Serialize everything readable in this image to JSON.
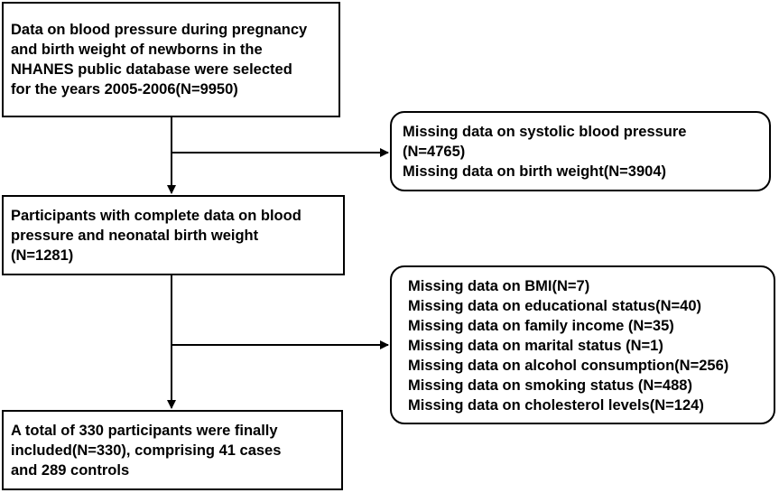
{
  "boxes": {
    "initial": {
      "lines": [
        "Data on blood pressure during pregnancy",
        "and birth weight of newborns in the",
        "NHANES public database were selected",
        "for the years 2005-2006(N=9950)"
      ]
    },
    "exclusion1": {
      "lines": [
        "Missing data on systolic blood pressure",
        "(N=4765)",
        "Missing data on birth weight(N=3904)"
      ]
    },
    "complete": {
      "lines": [
        "Participants with complete data on blood",
        "pressure and neonatal birth weight",
        "(N=1281)"
      ]
    },
    "exclusion2": {
      "lines": [
        "Missing data on BMI(N=7)",
        "Missing data on educational status(N=40)",
        "Missing data on family income (N=35)",
        "Missing data on marital status (N=1)",
        "Missing data on alcohol consumption(N=256)",
        "Missing data on smoking status (N=488)",
        "Missing data on cholesterol levels(N=124)"
      ]
    },
    "final": {
      "lines": [
        "A total of 330 participants were finally",
        "included(N=330), comprising 41 cases",
        "and 289 controls"
      ]
    }
  }
}
